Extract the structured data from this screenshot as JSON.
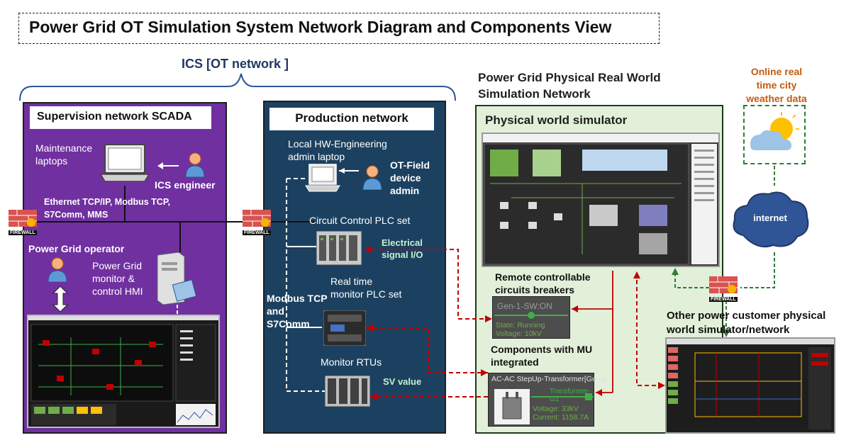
{
  "title": "Power Grid OT Simulation System Network Diagram and Components View",
  "ics_label": "ICS [OT network ]",
  "physical_network_label": [
    "Power Grid Physical Real World",
    "Simulation Network"
  ],
  "scada": {
    "header": "Supervision network  SCADA",
    "maintenance_laptops": [
      "Maintenance",
      "laptops"
    ],
    "ics_engineer": "ICS engineer",
    "protocols": [
      "Ethernet TCP/IP, Modbus TCP,",
      "S7Comm, MMS"
    ],
    "operator": "Power Grid operator",
    "hmi_label": [
      "Power Grid",
      "monitor &",
      "control HMI"
    ]
  },
  "firewall_label": "FIREWALL",
  "production": {
    "header": "Production network",
    "local_hw": [
      "Local HW-Engineering",
      "admin laptop"
    ],
    "ot_admin": [
      "OT-Field",
      "device",
      "admin"
    ],
    "circuit_plc": "Circuit Control PLC set",
    "electrical_io": [
      "Electrical",
      "signal I/O"
    ],
    "realtime_plc": [
      "Real time",
      "monitor PLC set"
    ],
    "modbus": [
      "Modbus TCP",
      "and",
      "S7Comm"
    ],
    "monitor_rtus": "Monitor RTUs",
    "sv_value": "SV value"
  },
  "physical": {
    "header": "Physical world simulator",
    "breakers": [
      "Remote controllable",
      "circuits breakers"
    ],
    "breaker_panel": {
      "name": "Gen-1-SW:ON",
      "state": "State: Running",
      "voltage": "Voltage: 10kV"
    },
    "components_mu": [
      "Components with MU",
      "integrated"
    ],
    "transformer_panel": {
      "title": "AC-AC StepUp-Transformer[Gens]",
      "name": "Transformer-G1",
      "voltage": "Voltage: 33kV",
      "current": "Current: 1158.7A"
    }
  },
  "weather": [
    "Online real",
    "time city",
    "weather data"
  ],
  "internet": "internet",
  "other_customer": [
    "Other power customer physical",
    "world simulator/network"
  ],
  "colors": {
    "scada_bg": "#7030a0",
    "production_bg": "#1c4160",
    "physical_bg": "#e2f0d9",
    "signal_red": "#c00000",
    "green_link": "#2e7d32",
    "weather_orange": "#c55a11"
  }
}
